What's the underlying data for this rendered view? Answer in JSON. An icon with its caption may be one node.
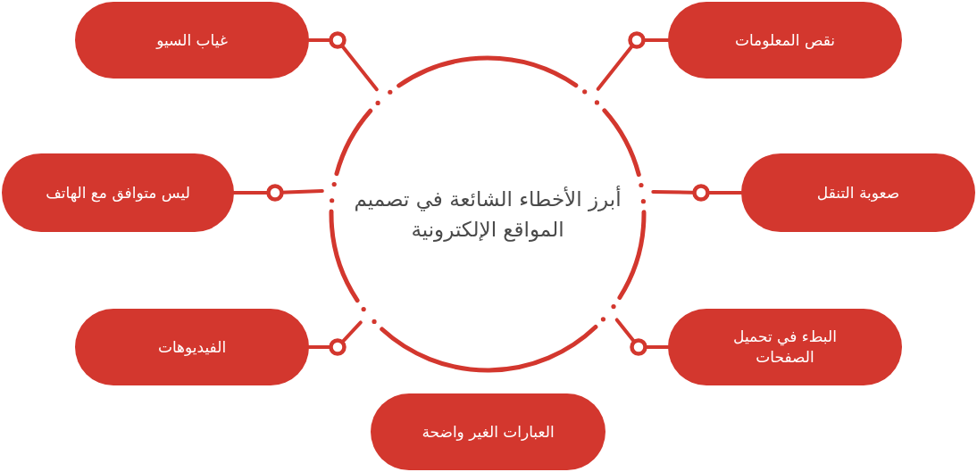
{
  "diagram": {
    "nodes": [
      {
        "text": [
          "أبرز الأخطاء الشائعة في تصميم المواقع الإلكترونية"
        ]
      },
      {
        "text": [
          "نقص المعلومات"
        ]
      },
      {
        "text": [
          "غياب السيو"
        ]
      },
      {
        "text": [
          "صعوبة التنقل"
        ]
      },
      {
        "text": [
          "ليس متوافق مع الهاتف"
        ]
      },
      {
        "text": [
          "البطء في تحميل الصفحات"
        ]
      },
      {
        "text": [
          "الفيديوهات"
        ]
      },
      {
        "text": [
          "العبارات الغير واضحة"
        ]
      }
    ],
    "edges": [
      {
        "from": 0,
        "to": 1,
        "arrow": "none"
      },
      {
        "from": 0,
        "to": 2,
        "arrow": "none"
      },
      {
        "from": 0,
        "to": 3,
        "arrow": "none"
      },
      {
        "from": 0,
        "to": 4,
        "arrow": "none"
      },
      {
        "from": 0,
        "to": 5,
        "arrow": "none"
      },
      {
        "from": 0,
        "to": 6,
        "arrow": "none"
      }
    ]
  }
}
